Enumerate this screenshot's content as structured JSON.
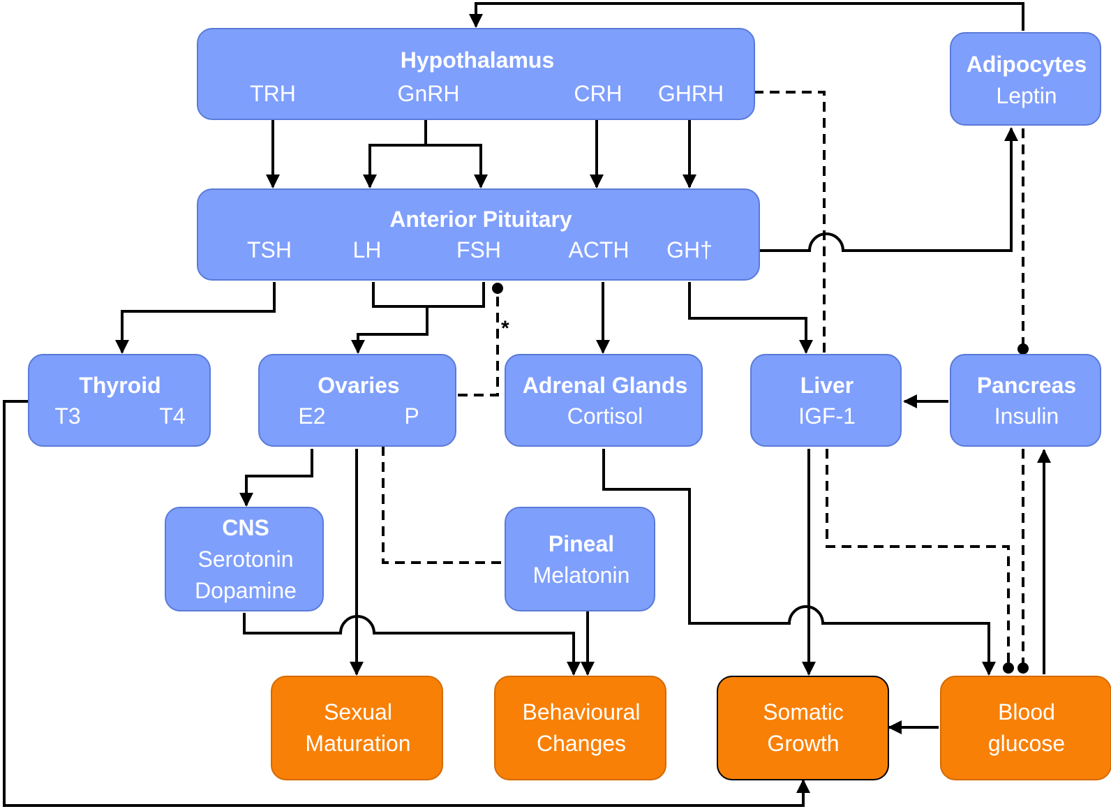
{
  "nodes": {
    "hypothalamus": {
      "title": "Hypothalamus",
      "items": [
        "TRH",
        "GnRH",
        "CRH",
        "GHRH"
      ]
    },
    "adipocytes": {
      "title": "Adipocytes",
      "sub": "Leptin"
    },
    "pituitary": {
      "title": "Anterior Pituitary",
      "items": [
        "TSH",
        "LH",
        "FSH",
        "ACTH",
        "GH†"
      ]
    },
    "thyroid": {
      "title": "Thyroid",
      "items": [
        "T3",
        "T4"
      ]
    },
    "ovaries": {
      "title": "Ovaries",
      "items": [
        "E2",
        "P"
      ]
    },
    "adrenal": {
      "title": "Adrenal Glands",
      "sub": "Cortisol"
    },
    "liver": {
      "title": "Liver",
      "sub": "IGF-1"
    },
    "pancreas": {
      "title": "Pancreas",
      "sub": "Insulin"
    },
    "cns": {
      "title": "CNS",
      "sub": "Serotonin",
      "sub2": "Dopamine"
    },
    "pineal": {
      "title": "Pineal",
      "sub": "Melatonin"
    },
    "sexual": {
      "line1": "Sexual",
      "line2": "Maturation"
    },
    "behaviour": {
      "line1": "Behavioural",
      "line2": "Changes"
    },
    "somatic": {
      "line1": "Somatic",
      "line2": "Growth"
    },
    "glucose": {
      "line1": "Blood",
      "line2": "glucose"
    }
  },
  "annotations": {
    "asterisk": "*"
  },
  "colors": {
    "gland": "#7f9ffd",
    "outcome": "#f98006",
    "line": "#000000"
  }
}
